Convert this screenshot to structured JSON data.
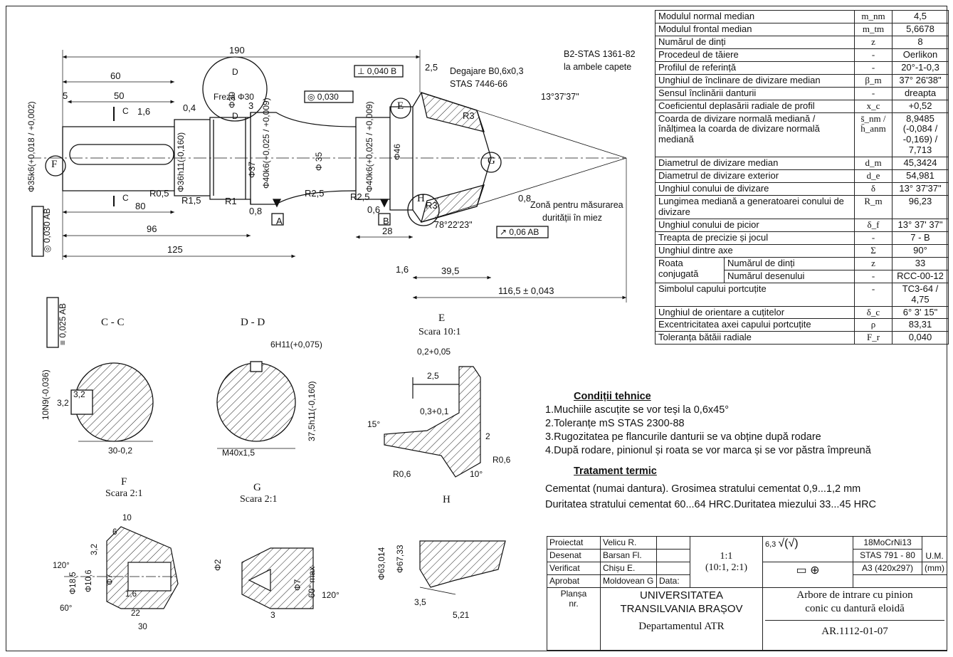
{
  "drawing": {
    "dims_main": [
      "190",
      "60",
      "50",
      "5",
      "80",
      "96",
      "125",
      "1,6",
      "0,4",
      "R1,5",
      "R1",
      "0,8",
      "R0,5",
      "A",
      "B",
      "R2,5",
      "R2,5",
      "0,6",
      "28",
      "39,5",
      "116,5 ± 0,043",
      "2,5",
      "3",
      "R3",
      "R3",
      "0,8",
      "1,6"
    ],
    "diameters": [
      "Φ35k6(+0,018 / +0,002)",
      "Φ36h11(-0,160)",
      "Φ37",
      "Φ40k6(+0,025 / +0,009)",
      "Φ 35",
      "Φ40k6(+0,025 / +0,009)",
      "Φ46",
      "Φ30"
    ],
    "frame_labels": [
      "Frezà Φ30",
      "D",
      "D",
      "C",
      "C"
    ],
    "callouts": [
      "Degajare B0,6x0,3",
      "STAS 7446-66",
      "B2-STAS 1361-82",
      "la ambele capete",
      "Zonă pentru măsurarea",
      "durității în miez",
      "13°37'37\"",
      "78°22'23\""
    ],
    "tolerance_frames": [
      "⊥ 0,040 B",
      "◎ 0,030",
      "◎ 0,030 AB",
      "↗ 0,06 AB",
      "≡ 0,025 AB"
    ],
    "detail_letters": [
      "E",
      "F",
      "G",
      "H"
    ],
    "sections": {
      "cc": {
        "title": "C - C",
        "dims": [
          "10N9(-0,036)",
          "3,2",
          "3,2",
          "30-0,2"
        ]
      },
      "dd": {
        "title": "D - D",
        "dims": [
          "6H11(+0,075)",
          "37,5h11(-0,160)",
          "M40x1,5"
        ]
      },
      "e": {
        "title": "E",
        "scale": "Scara 10:1",
        "dims": [
          "0,2+0,05",
          "2,5",
          "0,3+0,1",
          "2",
          "15°",
          "R0,6",
          "R0,6",
          "10°"
        ]
      },
      "f": {
        "title": "F",
        "scale": "Scara 2:1",
        "dims": [
          "120°",
          "60°",
          "10",
          "6",
          "3,2",
          "Φ18,5",
          "Φ10,6",
          "Φ7",
          "1,6",
          "22",
          "30"
        ]
      },
      "g": {
        "title": "G",
        "scale": "Scara 2:1",
        "dims": [
          "Φ2",
          "Φ7",
          "60° max",
          "120°",
          "3"
        ]
      },
      "h": {
        "title": "H",
        "dims": [
          "Φ63,014",
          "Φ67,33",
          "3,5",
          "5,21"
        ]
      }
    }
  },
  "spec_table": [
    {
      "label": "Modulul normal median",
      "sym": "m_nm",
      "val": "4,5"
    },
    {
      "label": "Modulul frontal median",
      "sym": "m_tm",
      "val": "5,6678"
    },
    {
      "label": "Numărul de dinți",
      "sym": "z",
      "val": "8"
    },
    {
      "label": "Procedeul de tăiere",
      "sym": "-",
      "val": "Oerlikon"
    },
    {
      "label": "Profilul de referință",
      "sym": "-",
      "val": "20°-1-0,3"
    },
    {
      "label": "Unghiul de înclinare de divizare median",
      "sym": "β_m",
      "val": "37° 26'38\""
    },
    {
      "label": "Sensul înclinării danturii",
      "sym": "-",
      "val": "dreapta"
    },
    {
      "label": "Coeficientul deplasării radiale de profil",
      "sym": "x_c",
      "val": "+0,52"
    },
    {
      "label": "Coarda de divizare normală mediană / înălțimea la coarda de divizare normală mediană",
      "sym": "s̄_nm / h̄_anm",
      "val": "8,9485 (-0,084 / -0,169) / 7,713"
    },
    {
      "label": "Diametrul de divizare median",
      "sym": "d_m",
      "val": "45,3424"
    },
    {
      "label": "Diametrul de divizare exterior",
      "sym": "d_e",
      "val": "54,981"
    },
    {
      "label": "Unghiul conului de divizare",
      "sym": "δ",
      "val": "13° 37'37\""
    },
    {
      "label": "Lungimea mediană a generatoarei conului de divizare",
      "sym": "R_m",
      "val": "96,23"
    },
    {
      "label": "Unghiul conului de picior",
      "sym": "δ_f",
      "val": "13° 37' 37\""
    },
    {
      "label": "Treapta de precizie și jocul",
      "sym": "-",
      "val": "7 - B"
    },
    {
      "label": "Unghiul dintre axe",
      "sym": "Σ",
      "val": "90°"
    },
    {
      "label": "Roata conjugată — Numărul de dinți",
      "sym": "z",
      "val": "33"
    },
    {
      "label": "Roata conjugată — Numărul desenului",
      "sym": "-",
      "val": "RCC-00-12"
    },
    {
      "label": "Simbolul capului portcuțite",
      "sym": "-",
      "val": "TC3-64 / 4,75"
    },
    {
      "label": "Unghiul de orientare a cuțitelor",
      "sym": "δ_c",
      "val": "6° 3' 15\""
    },
    {
      "label": "Excentricitatea axei capului portcuțite",
      "sym": "ρ",
      "val": "83,31"
    },
    {
      "label": "Toleranța bătăii radiale",
      "sym": "F_r",
      "val": "0,040"
    }
  ],
  "spec_labels": {
    "row1": "Modulul normal median",
    "row2": "Modulul frontal median",
    "row3": "Numărul de dinți",
    "row4": "Procedeul de tăiere",
    "row5": "Profilul de referință",
    "row6": "Unghiul de înclinare de divizare median",
    "row7": "Sensul înclinării danturii",
    "row8": "Coeficientul deplasării radiale de profil",
    "row9": "Coarda de divizare normală mediană / înălțimea la coarda de divizare normală mediană",
    "row10": "Diametrul de divizare median",
    "row11": "Diametrul de divizare exterior",
    "row12": "Unghiul conului de divizare",
    "row13": "Lungimea mediană a generatoarei conului de divizare",
    "row14": "Unghiul conului de picior",
    "row15": "Treapta de precizie și jocul",
    "row16": "Unghiul dintre axe",
    "row17a": "Roata conjugată",
    "row17b": "Numărul de dinți",
    "row18": "Numărul desenului",
    "row19": "Simbolul capului portcuțite",
    "row20": "Unghiul de orientare a cuțitelor",
    "row21": "Excentricitatea axei capului portcuțite",
    "row22": "Toleranța bătăii radiale"
  },
  "tech": {
    "title": "Condiții tehnice",
    "items": [
      "1.Muchiile ascuțite se vor teși la 0,6x45°",
      "2.Toleranțe mS STAS 2300-88",
      "3.Rugozitatea pe flancurile danturii se va obține după rodare",
      "4.După rodare, pinionul și roata se vor marca și se vor păstra împreună"
    ]
  },
  "heat": {
    "title": "Tratament termic",
    "items": [
      "Cementat (numai dantura). Grosimea stratului cementat 0,9...1,2 mm",
      "Duritatea stratului cementat 60...64 HRC.Duritatea miezului 33...45 HRC"
    ]
  },
  "title_block": {
    "roles": [
      "Proiectat",
      "Desenat",
      "Verificat",
      "Aprobat"
    ],
    "names": [
      "Velicu R.",
      "Barsan Fl.",
      "Chișu E.",
      "Moldovean G"
    ],
    "data_label": "Data:",
    "scale": "1:1",
    "scale2": "(10:1, 2:1)",
    "roughness": "6,3",
    "material": "18MoCrNi13",
    "material_std": "STAS 791 - 80",
    "um": "U.M.",
    "format": "A3 (420x297)",
    "mm": "(mm)",
    "plansa": "Planșa",
    "nr": "nr.",
    "univ1": "UNIVERSITATEA",
    "univ2": "TRANSILVANIA BRAȘOV",
    "dept": "Departamentul ATR",
    "part1": "Arbore de intrare cu pinion",
    "part2": "conic cu dantură eloidă",
    "code": "AR.1112-01-07"
  }
}
